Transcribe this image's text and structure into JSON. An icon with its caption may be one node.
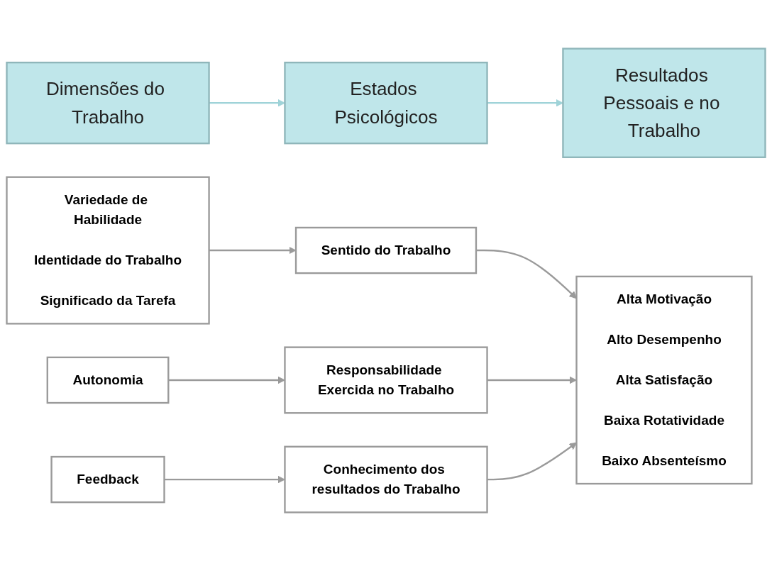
{
  "diagram": {
    "nodes": [
      {
        "text": [
          "Dimensões do Trabalho"
        ]
      },
      {
        "text": [
          "Estados Psicológicos"
        ]
      },
      {
        "text": [
          "Resultados Pessoais e no Trabalho"
        ]
      },
      {
        "text": [
          "Variedade de Habilidade",
          "Identidade do Trabalho",
          "Significado da Tarefa"
        ]
      },
      {
        "text": [
          "Sentido do Trabalho"
        ]
      },
      {
        "text": [
          "Alta Motivação",
          "Alto Desempenho",
          "Alta Satisfação",
          "Baixa Rotatividade",
          "Baixo Absenteísmo"
        ]
      },
      {
        "text": [
          "Autonomia"
        ]
      },
      {
        "text": [
          "Responsabilidade Exercida no Trabalho"
        ]
      },
      {
        "text": [
          "Feedback"
        ]
      },
      {
        "text": [
          "Conhecimento dos resultados do Trabalho"
        ]
      }
    ],
    "edges": [
      {
        "from": 0,
        "to": 1,
        "arrow": "to",
        "color": "#9fd3d8"
      },
      {
        "from": 1,
        "to": 2,
        "arrow": "to",
        "color": "#9fd3d8"
      },
      {
        "from": 3,
        "to": 4,
        "arrow": "to"
      },
      {
        "from": 4,
        "to": 5,
        "arrow": "to"
      },
      {
        "from": 6,
        "to": 7,
        "arrow": "to"
      },
      {
        "from": 7,
        "to": 5,
        "arrow": "to"
      },
      {
        "from": 8,
        "to": 9,
        "arrow": "to"
      },
      {
        "from": 9,
        "to": 5,
        "arrow": "to"
      }
    ]
  }
}
